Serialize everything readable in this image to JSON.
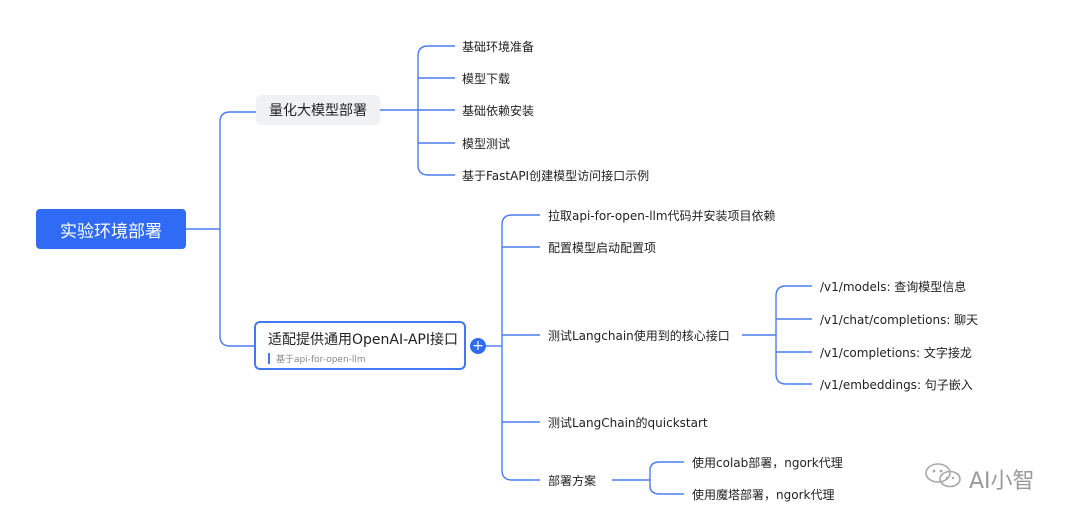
{
  "root": {
    "label": "实验环境部署"
  },
  "branch1": {
    "label": "量化大模型部署",
    "children": [
      "基础环境准备",
      "模型下载",
      "基础依赖安装",
      "模型测试",
      "基于FastAPI创建模型访问接口示例"
    ]
  },
  "branch2": {
    "label": "适配提供通用OpenAI-API接口",
    "note": "基于api-for-open-llm",
    "expand_icon": "plus-icon",
    "children": {
      "c1": "拉取api-for-open-llm代码并安装项目依赖",
      "c2": "配置模型启动配置项",
      "c3": {
        "label": "测试Langchain使用到的核心接口",
        "children": [
          "/v1/models: 查询模型信息",
          "/v1/chat/completions: 聊天",
          "/v1/completions: 文字接龙",
          "/v1/embeddings: 句子嵌入"
        ]
      },
      "c4": "测试LangChain的quickstart",
      "c5": {
        "label": "部署方案",
        "children": [
          "使用colab部署，ngork代理",
          "使用魔塔部署，ngork代理"
        ]
      }
    }
  },
  "watermark": {
    "icon": "wechat-icon",
    "text": "AI小智"
  },
  "colors": {
    "accent": "#2f6bf5",
    "line": "#4a7cf0",
    "node_bg": "#f0f1f3"
  }
}
